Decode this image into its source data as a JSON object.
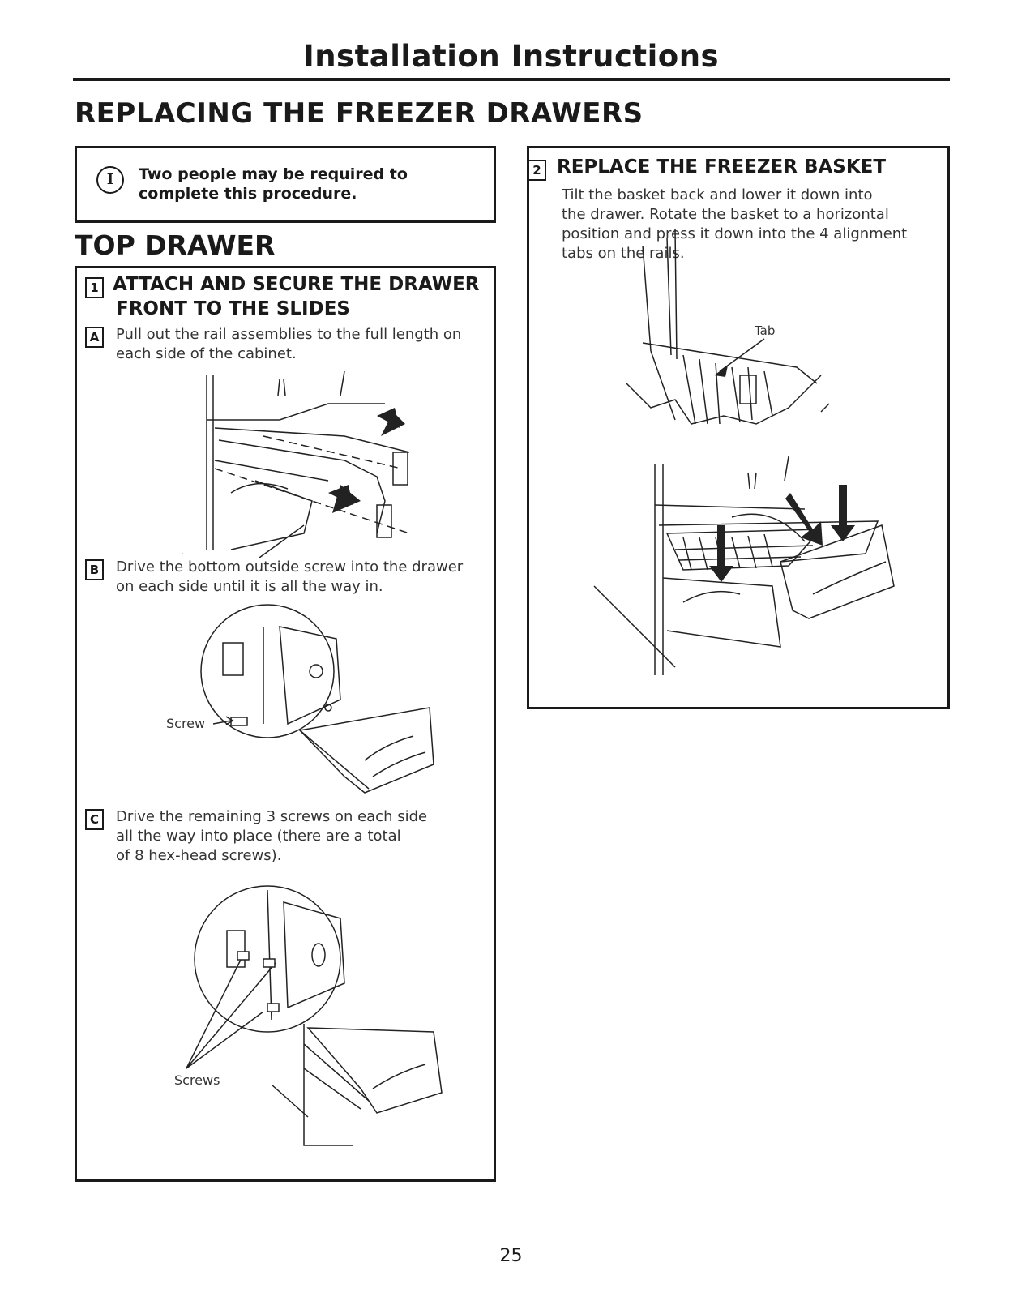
{
  "header": {
    "title": "Installation Instructions"
  },
  "section_title": "REPLACING THE FREEZER DRAWERS",
  "note": {
    "icon": "info-icon",
    "icon_glyph": "I",
    "text": "Two people may be required to complete this procedure."
  },
  "top_drawer": {
    "title": "TOP DRAWER",
    "step1": {
      "number": "1",
      "title_line1": "ATTACH AND SECURE THE DRAWER",
      "title_line2": "FRONT TO THE SLIDES",
      "sub_a": {
        "letter": "A",
        "line1": "Pull out the rail assemblies to the full length on",
        "line2": "each side of the cabinet."
      },
      "sub_b": {
        "letter": "B",
        "line1": "Drive the bottom outside screw into the drawer",
        "line2": "on each side until it is all the way in.",
        "callout": "Screw"
      },
      "sub_c": {
        "letter": "C",
        "line1": "Drive the remaining 3 screws on each side",
        "line2": "all the way into place (there are a total",
        "line3": "of 8 hex-head screws).",
        "callout": "Screws"
      }
    }
  },
  "step2": {
    "number": "2",
    "title": "REPLACE THE FREEZER BASKET",
    "line1": "Tilt the basket back and lower it down into",
    "line2": "the drawer. Rotate the basket to a horizontal",
    "line3": "position and press it down into the 4 alignment",
    "line4": "tabs on the rails.",
    "callout": "Tab"
  },
  "page_number": "25"
}
